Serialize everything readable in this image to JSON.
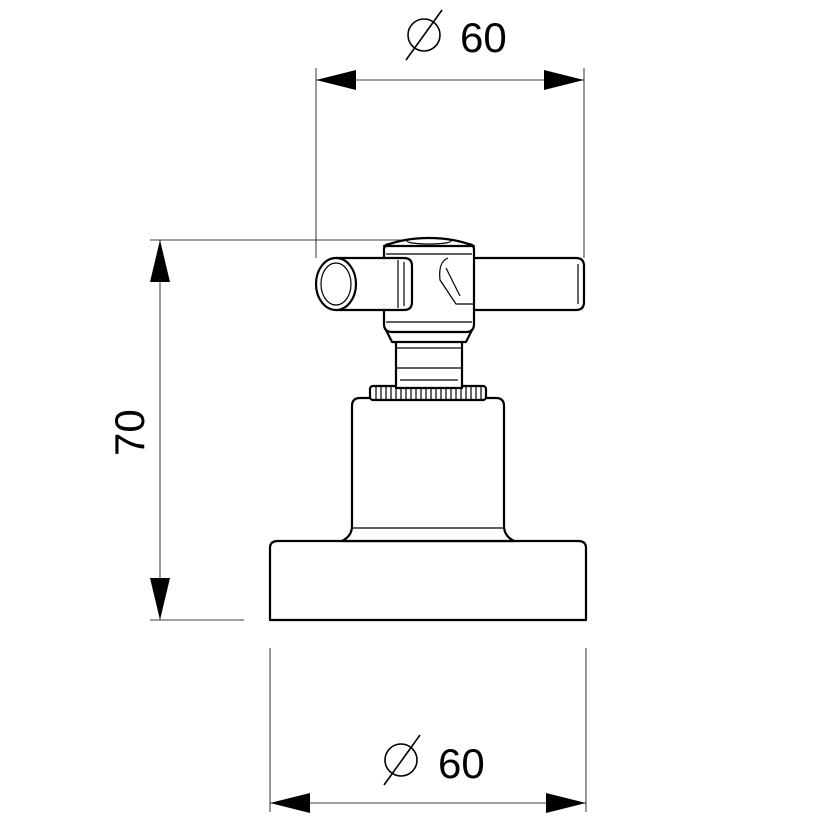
{
  "dimensions": {
    "top_diameter": {
      "symbol": "⌀",
      "value": "60"
    },
    "height": {
      "value": "70"
    },
    "bottom_diameter": {
      "symbol": "⌀",
      "value": "60"
    }
  },
  "colors": {
    "line": "#000000",
    "background": "#ffffff"
  }
}
